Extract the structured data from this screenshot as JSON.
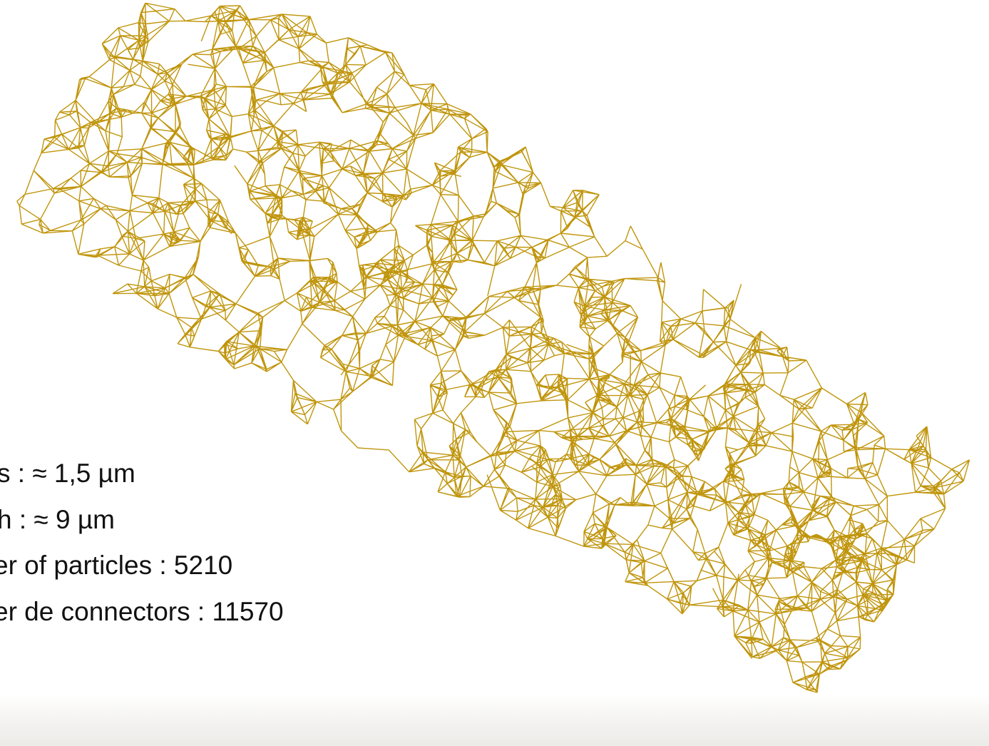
{
  "slide": {
    "lines": [
      "s : ≈ 1,5 µm",
      "h : ≈ 9 µm",
      "er of particles : 5210",
      "er de connectors : 11570"
    ]
  },
  "network": {
    "color": "#c0950c",
    "particles": 5210,
    "connectors": 11570
  }
}
